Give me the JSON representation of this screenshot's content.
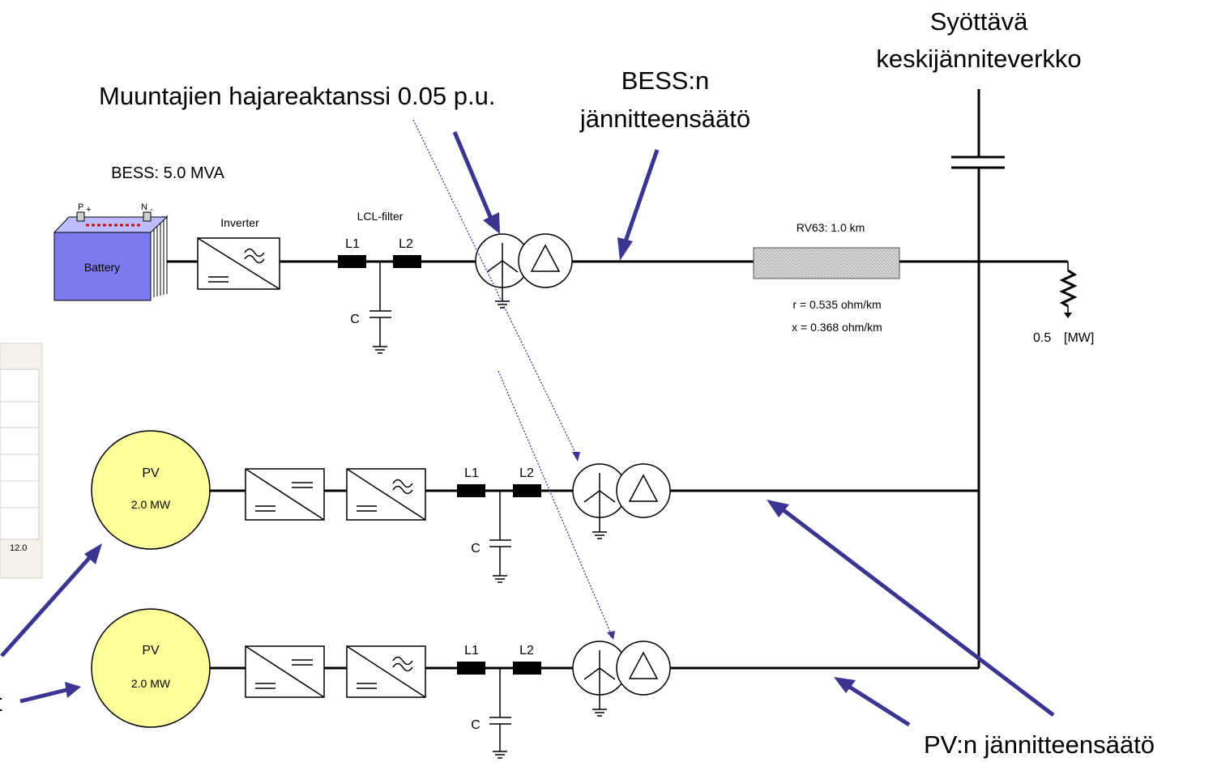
{
  "annotations": {
    "feeding_grid_line1": "Syöttävä",
    "feeding_grid_line2": "keskijänniteverkko",
    "leakage_reactance": "Muuntajien hajareaktanssi 0.05 p.u.",
    "bess_voltage_control_line1": "BESS:n",
    "bess_voltage_control_line2": "jännitteensäätö",
    "pv_voltage_control": "PV:n jännitteensäätö",
    "partial_left_char": "t"
  },
  "bess": {
    "title": "BESS: 5.0 MVA",
    "battery_label": "Battery",
    "terminal_pos": "P",
    "terminal_pos_sign": "+",
    "terminal_neg": "N",
    "terminal_neg_sign": "-",
    "inverter_label": "Inverter",
    "filter_label": "LCL-filter",
    "l1": "L1",
    "l2": "L2",
    "c": "C"
  },
  "cable": {
    "name": "RV63: 1.0 km",
    "r": "r = 0.535 ohm/km",
    "x": "x = 0.368 ohm/km"
  },
  "load": {
    "value": "0.5",
    "unit": "[MW]"
  },
  "pv_units": [
    {
      "label": "PV",
      "rating": "2.0 MW",
      "l1": "L1",
      "l2": "L2",
      "c": "C"
    },
    {
      "label": "PV",
      "rating": "2.0 MW",
      "l1": "L1",
      "l2": "L2",
      "c": "C"
    }
  ],
  "background_window": {
    "tick_label": "12.0"
  },
  "colors": {
    "arrow": "#3d3391",
    "battery_fill": "#7b7bee",
    "pv_fill": "#ffff99"
  }
}
